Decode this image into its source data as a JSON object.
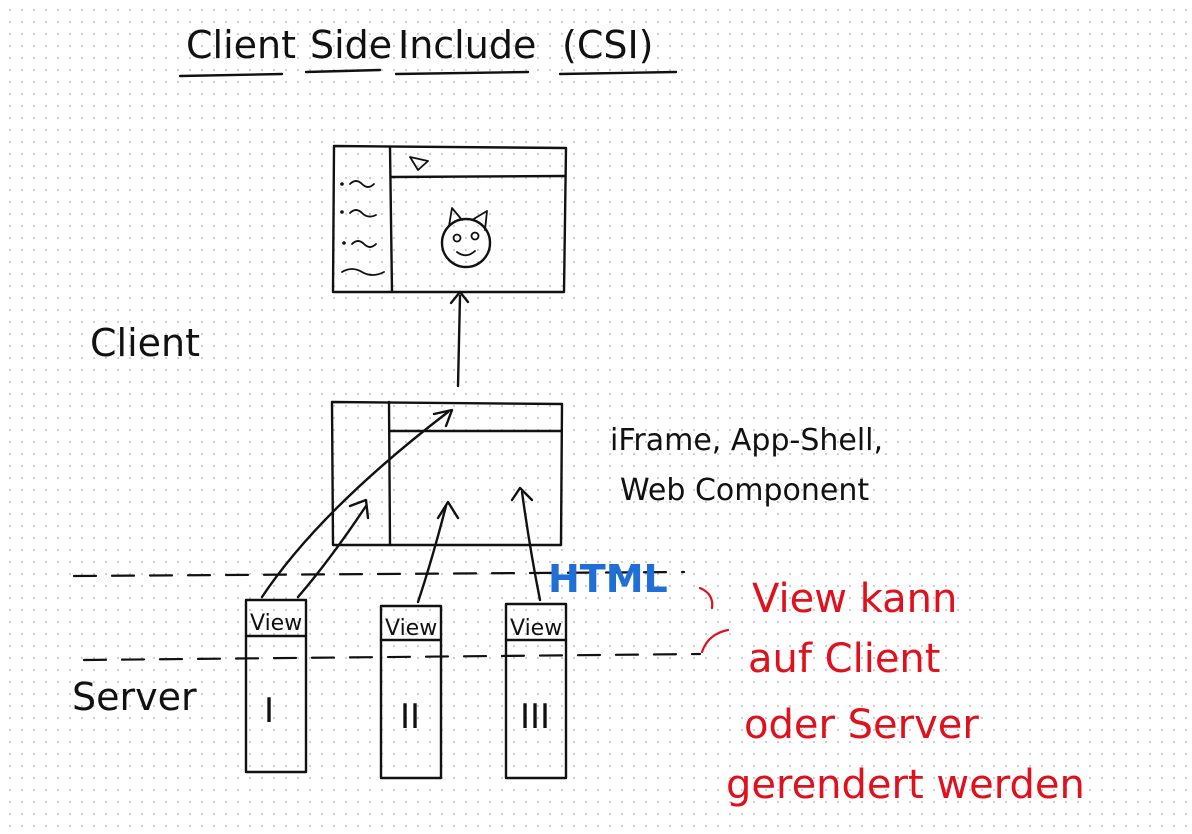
{
  "title": {
    "words": [
      "Client",
      "Side",
      "Include",
      "(CSI)"
    ]
  },
  "labels": {
    "client": "Client",
    "server": "Server",
    "integration": [
      "iFrame, App-Shell,",
      "Web Component"
    ],
    "html": "HTML"
  },
  "views": [
    {
      "label": "View",
      "number": "I"
    },
    {
      "label": "View",
      "number": "II"
    },
    {
      "label": "View",
      "number": "III"
    }
  ],
  "note": [
    "View kann",
    "auf Client",
    "oder Server",
    "gerendert werden"
  ],
  "colors": {
    "ink": "#111111",
    "note": "#e0101c",
    "html": "#1f6fd6"
  }
}
